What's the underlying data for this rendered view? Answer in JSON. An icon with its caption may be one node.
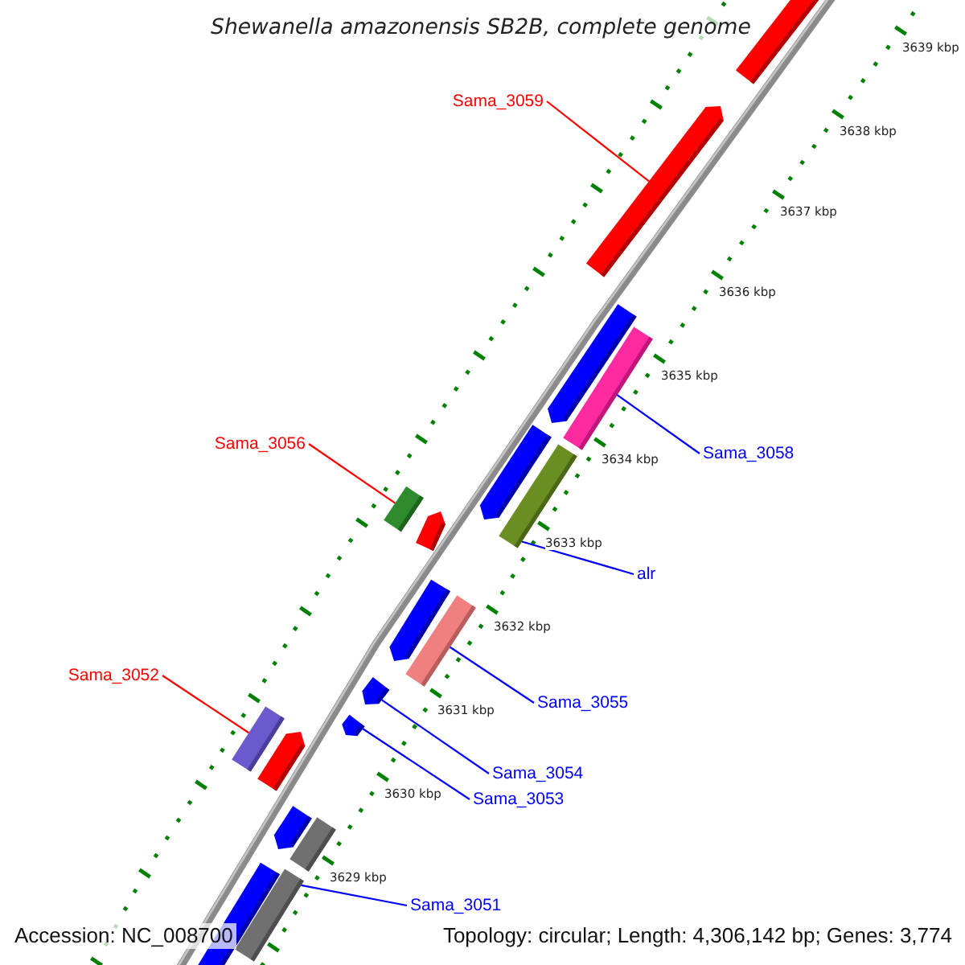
{
  "diagram": {
    "title": "Shewanella amazonensis SB2B, complete genome",
    "nodes": [
      {
        "text": [
          "Sama_3059"
        ]
      },
      {
        "text": [
          "Sama_3056"
        ]
      },
      {
        "text": [
          "Sama_3058"
        ]
      },
      {
        "text": [
          "alr"
        ]
      },
      {
        "text": [
          "Sama_3052"
        ]
      },
      {
        "text": [
          "Sama_3055"
        ]
      },
      {
        "text": [
          "Sama_3054"
        ]
      },
      {
        "text": [
          "Sama_3053"
        ]
      },
      {
        "text": [
          "Sama_3051"
        ]
      },
      {
        "text": [],
        "shape": "bar"
      },
      {
        "text": [],
        "shape": "bar"
      },
      {
        "text": [],
        "shape": "bar"
      },
      {
        "text": [],
        "shape": "bar"
      },
      {
        "text": [],
        "shape": "bar"
      },
      {
        "text": [],
        "shape": "bar"
      },
      {
        "text": [],
        "shape": "bar"
      },
      {
        "text": [],
        "shape": "bar"
      },
      {
        "text": [],
        "shape": "bar"
      }
    ],
    "edges": [
      {
        "from": 0,
        "to": 9,
        "arrow": "none",
        "color": "#ff0000"
      },
      {
        "from": 1,
        "to": 10,
        "arrow": "none",
        "color": "#ff0000"
      },
      {
        "from": 2,
        "to": 11,
        "arrow": "none"
      },
      {
        "from": 3,
        "to": 12,
        "arrow": "none"
      },
      {
        "from": 4,
        "to": 13,
        "arrow": "none",
        "color": "#ff0000"
      },
      {
        "from": 5,
        "to": 14,
        "arrow": "none"
      },
      {
        "from": 6,
        "to": 15,
        "arrow": "none"
      },
      {
        "from": 7,
        "to": 16,
        "arrow": "none"
      },
      {
        "from": 8,
        "to": 17,
        "arrow": "none"
      }
    ],
    "labels": [
      "3639 kbp",
      "3638 kbp",
      "3637 kbp",
      "3636 kbp",
      "3635 kbp",
      "3634 kbp",
      "3633 kbp",
      "3632 kbp",
      "3631 kbp",
      "3630 kbp",
      "3629 kbp",
      "Accession: NC_008700",
      "Topology: circular; Length: 4,306,142 bp; Genes: 3,774"
    ]
  }
}
